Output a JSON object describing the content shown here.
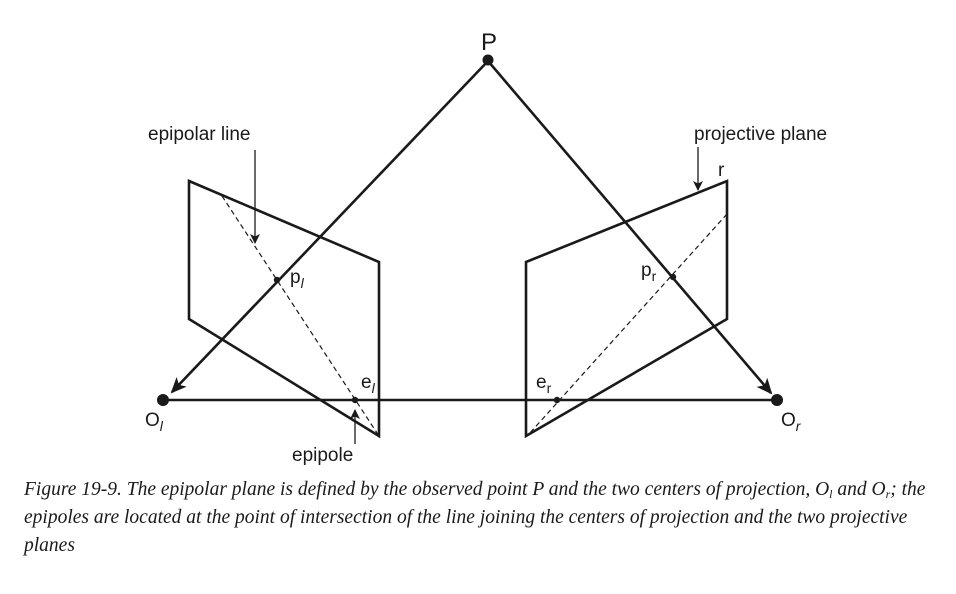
{
  "labels": {
    "point_p": "P",
    "epipolar_line": "epipolar line",
    "projective_plane": "projective plane",
    "corner_r": "r",
    "p": "p",
    "e": "e",
    "o": "O",
    "sub_l": "l",
    "sub_r": "r",
    "epipole": "epipole"
  },
  "caption": {
    "part1": "Figure 19-9. The epipolar plane is defined by the observed point P and the two centers of projection, O",
    "sub_l": "l",
    "part2": " and O",
    "sub_r": "r",
    "part3": "; the epipoles are located at the point of intersection of the line joining the centers of projection and the two projective planes"
  }
}
